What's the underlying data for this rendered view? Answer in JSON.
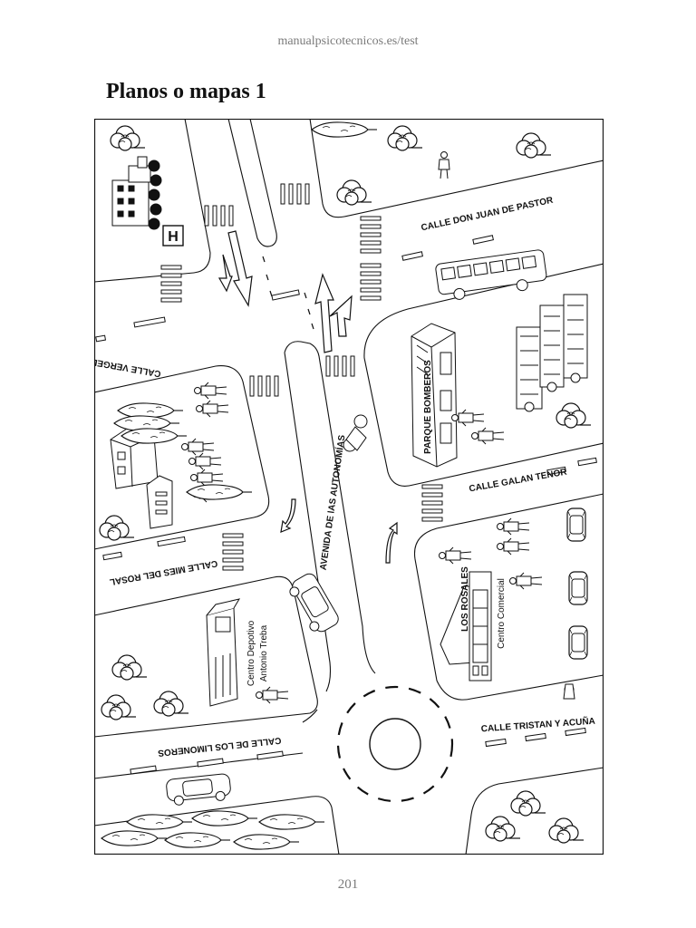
{
  "header": {
    "source": "manualpsicotecnicos.es/test",
    "title": "Planos o mapas 1"
  },
  "footer": {
    "page_number": "201"
  },
  "map": {
    "streets": {
      "don_juan": "CALLE DON JUAN DE PASTOR",
      "vergel": "CALLE VERGEL",
      "galan": "CALLE GALAN TENOR",
      "avenida": "AVENIDA DE lAS AUTONOMÍAS",
      "mies": "CALLE MIES DEL ROSAL",
      "limoneros": "CALLE DE LOS LIMONEROS",
      "tristan": "CALLE TRISTAN Y ACUÑA"
    },
    "buildings": {
      "hospital_sign": "H",
      "bomberos": "PARQUE BOMBEROS",
      "centro_comercial": "Centro Comercial",
      "los_rosales": "LOS ROSALES",
      "deportivo_line1": "Centro Depotivo",
      "deportivo_line2": "Antonio Treba"
    }
  }
}
